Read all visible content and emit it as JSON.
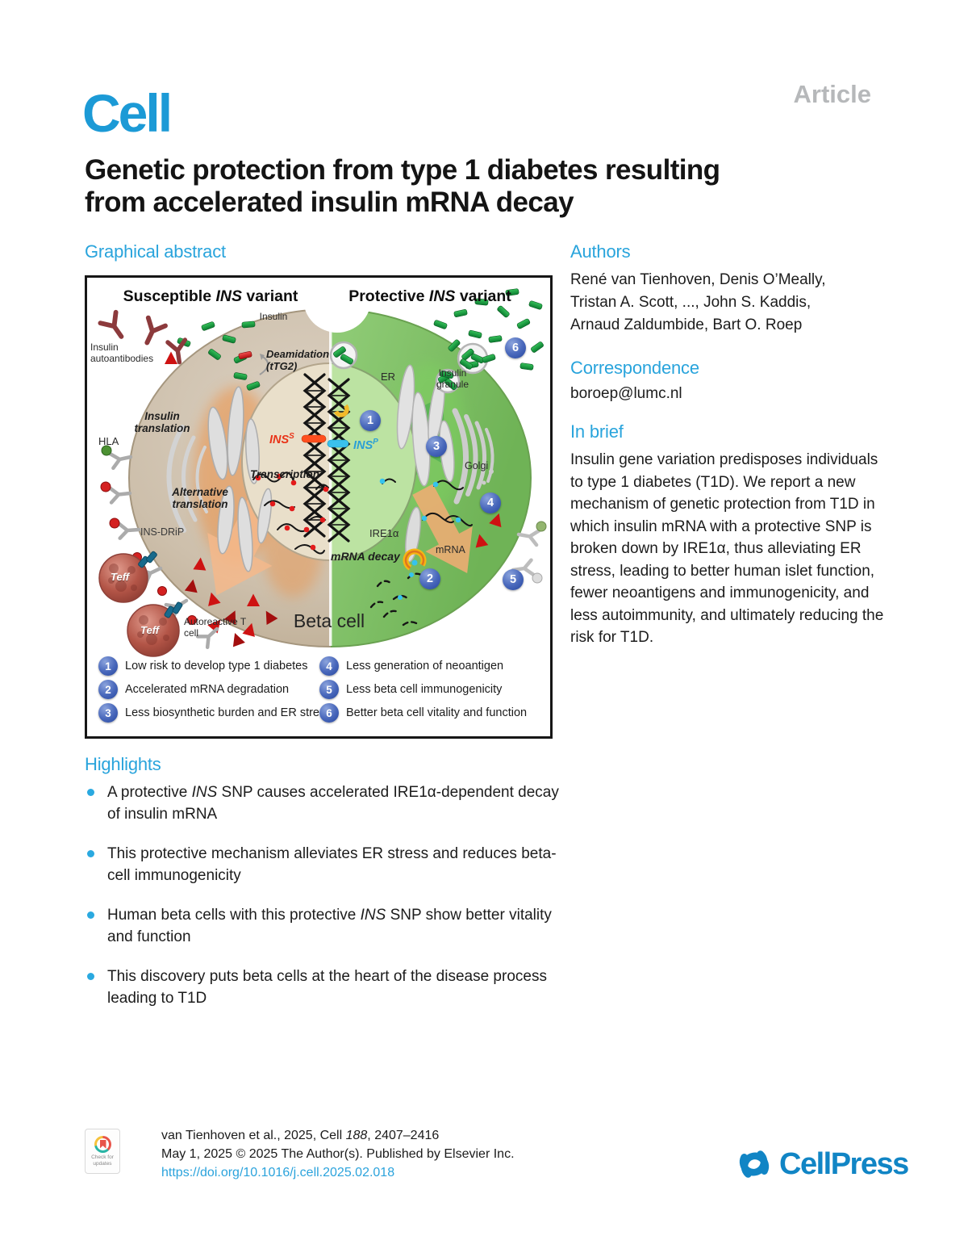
{
  "header": {
    "journal": "Cell",
    "article_type": "Article"
  },
  "title": {
    "line1": "Genetic protection from type 1 diabetes resulting",
    "line2": "from accelerated insulin mRNA decay"
  },
  "sections": {
    "graphical_abstract": "Graphical abstract",
    "authors": "Authors",
    "correspondence": "Correspondence",
    "in_brief": "In brief",
    "highlights": "Highlights"
  },
  "authors": {
    "line1": "René van Tienhoven, Denis O’Meally,",
    "line2": "Tristan A. Scott, ..., John S. Kaddis,",
    "line3": "Arnaud Zaldumbide, Bart O. Roep"
  },
  "correspondence": {
    "email": "boroep@lumc.nl"
  },
  "in_brief": "Insulin gene variation predisposes individuals to type 1 diabetes (T1D). We report a new mechanism of genetic protection from T1D in which insulin mRNA with a protective SNP is broken down by IRE1α, thus alleviating ER stress, leading to better human islet function, fewer neoantigens and immunogenicity, and less autoimmunity, and ultimately reducing the risk for T1D.",
  "highlights": [
    {
      "pre": "A protective ",
      "em": "INS",
      "post": " SNP causes accelerated IRE1α-dependent decay of insulin mRNA"
    },
    {
      "pre": "This protective mechanism alleviates ER stress and reduces beta-cell immunogenicity",
      "em": "",
      "post": ""
    },
    {
      "pre": "Human beta cells with this protective ",
      "em": "INS",
      "post": " SNP show better vitality and function"
    },
    {
      "pre": "This discovery puts beta cells at the heart of the disease process leading to T1D",
      "em": "",
      "post": ""
    }
  ],
  "abstract_figure": {
    "left_title": {
      "pre": "Susceptible ",
      "em": "INS",
      "post": " variant"
    },
    "right_title": {
      "pre": "Protective ",
      "em": "INS",
      "post": " variant"
    },
    "labels": {
      "insulin": "Insulin",
      "insulin_autoantibodies": "Insulin autoantibodies",
      "deamidation_l1": "Deamidation",
      "deamidation_l2": "(tTG2)",
      "insulin_translation": "Insulin translation",
      "hla": "HLA",
      "alternative_translation": "Alternative translation",
      "ins_drip": "INS-DRiP",
      "teff": "Teff",
      "autoreactive_t_cell": "Autoreactive T cell",
      "transcription": "Transcription",
      "ins_s_base": "INS",
      "ins_s_sup": "S",
      "ins_p_base": "INS",
      "ins_p_sup": "P",
      "er": "ER",
      "insulin_granule": "Insulin granule",
      "golgi": "Golgi",
      "ire1a": "IRE1α",
      "mrna": "mRNA",
      "mrna_decay": "mRNA decay",
      "beta_cell": "Beta cell"
    },
    "numbers": [
      "1",
      "2",
      "3",
      "4",
      "5",
      "6"
    ],
    "legend": [
      {
        "num": "1",
        "text": "Low risk to develop type 1 diabetes"
      },
      {
        "num": "2",
        "text": "Accelerated mRNA degradation"
      },
      {
        "num": "3",
        "text": "Less biosynthetic burden and ER stress"
      },
      {
        "num": "4",
        "text": "Less generation of neoantigen"
      },
      {
        "num": "5",
        "text": "Less beta cell immunogenicity"
      },
      {
        "num": "6",
        "text": "Better beta cell vitality and function"
      }
    ]
  },
  "footer": {
    "badge_label": "Check for updates",
    "cite_pre": "van Tienhoven et al., 2025, Cell ",
    "cite_volume": "188",
    "cite_post": ", 2407–2416",
    "pub_line": "May 1, 2025 © 2025 The Author(s). Published by Elsevier Inc.",
    "doi": "https://doi.org/10.1016/j.cell.2025.02.018",
    "publisher": "CellPress"
  },
  "colors": {
    "journal_blue": "#1C9AD6",
    "section_heading_blue": "#29A4DC",
    "article_gray": "#B6B8BA",
    "link_blue": "#2BA3DC",
    "cellpress_blue": "#1185C5",
    "susceptible_tan": "#CDBFAB",
    "protective_green": "#8CC973",
    "number_badge_blue": "#3A5FB5",
    "highlight_bullet_blue": "#2AA9E0"
  }
}
